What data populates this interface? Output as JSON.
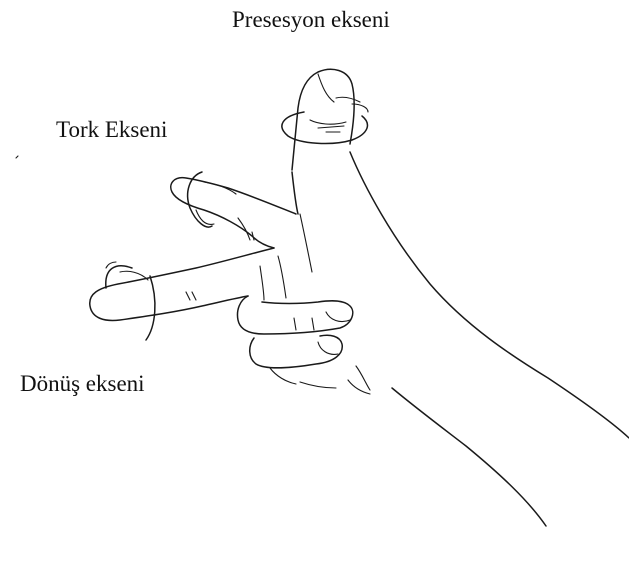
{
  "labels": {
    "precession_axis": "Presesyon ekseni",
    "torque_axis": "Tork Ekseni",
    "rotation_axis": "Dönüş ekseni"
  },
  "colors": {
    "background": "#ffffff",
    "ink": "#1a1a1a"
  }
}
